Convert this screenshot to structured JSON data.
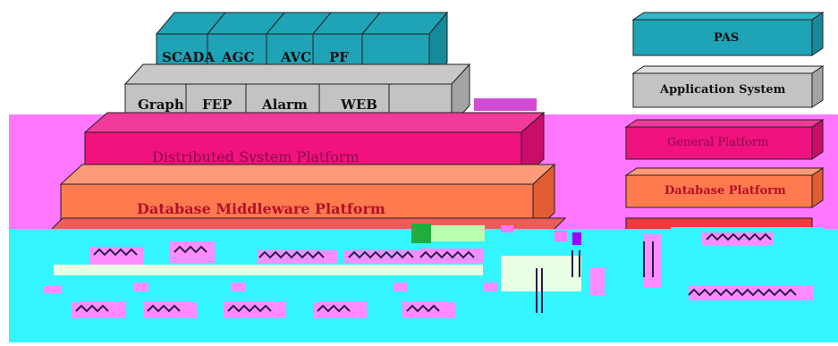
{
  "diagram": {
    "pas_modules": [
      "SCADA",
      "AGC",
      "AVC",
      "PF"
    ],
    "app_modules": [
      "Graph",
      "FEP",
      "Alarm",
      "WEB"
    ],
    "layers": {
      "distributed": "Distributed System Platform",
      "database": "Database Middleware Platform"
    }
  },
  "legend": {
    "pas": "PAS",
    "application": "Application System",
    "general": "General Platform",
    "database": "Database Platform"
  },
  "colors": {
    "teal": "#1fa3b6",
    "gray": "#c3c3c3",
    "magenta": "#f0127f",
    "pink_band": "#ff77ff",
    "orange": "#ff7a4f",
    "cyan": "#33f5ff",
    "red_platform": "#ef3b3b"
  }
}
